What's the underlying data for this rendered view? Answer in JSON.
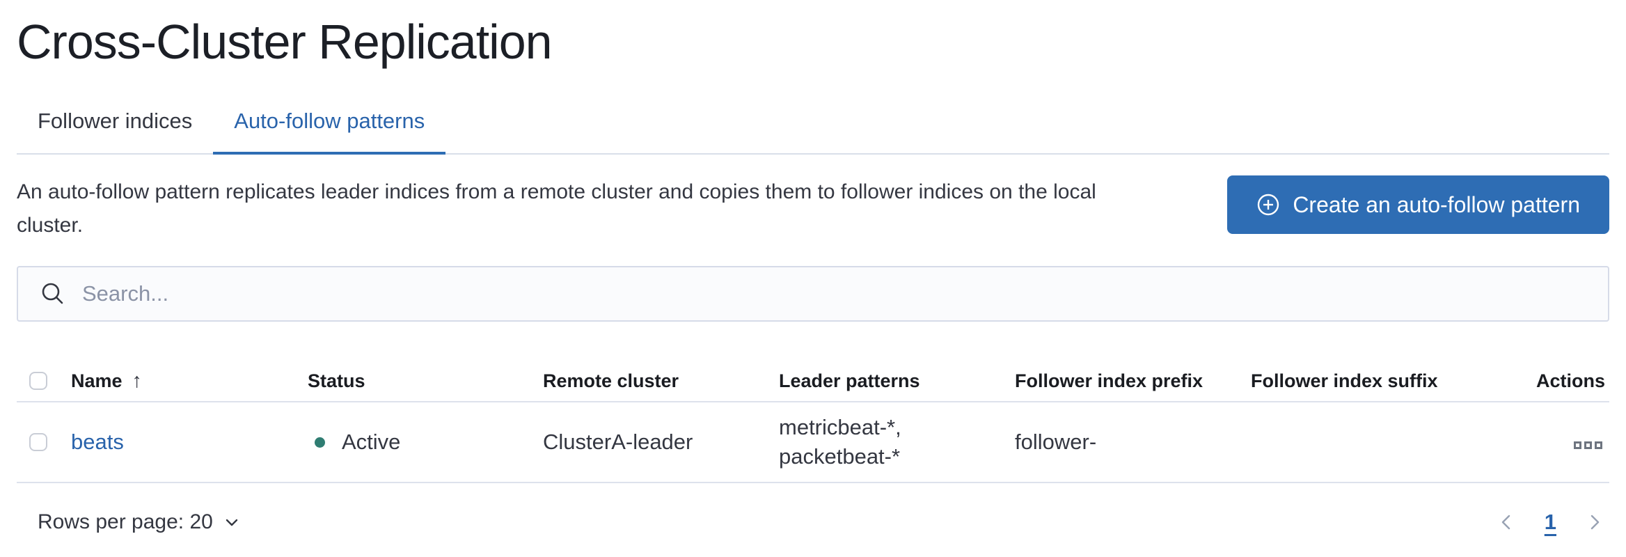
{
  "page": {
    "title": "Cross-Cluster Replication"
  },
  "tabs": {
    "items": [
      {
        "label": "Follower indices"
      },
      {
        "label": "Auto-follow patterns"
      }
    ],
    "active": "Auto-follow patterns"
  },
  "intro": {
    "description": "An auto-follow pattern replicates leader indices from a remote cluster and copies them to follower indices on the local cluster.",
    "create_button_label": "Create an auto-follow pattern"
  },
  "search": {
    "placeholder": "Search...",
    "value": ""
  },
  "table": {
    "headers": {
      "name": "Name",
      "status": "Status",
      "remote_cluster": "Remote cluster",
      "leader_patterns": "Leader patterns",
      "follower_index_prefix": "Follower index prefix",
      "follower_index_suffix": "Follower index suffix",
      "actions": "Actions"
    },
    "sort": {
      "column": "Name",
      "direction": "ascending",
      "glyph": "↑"
    },
    "rows": [
      {
        "name": "beats",
        "status": "Active",
        "remote_cluster": "ClusterA-leader",
        "leader_patterns": "metricbeat-*, packetbeat-*",
        "follower_index_prefix": "follower-",
        "follower_index_suffix": ""
      }
    ]
  },
  "footer": {
    "rows_per_page_label": "Rows per page: 20",
    "current_page": "1"
  },
  "icons": {
    "create_button": "plus-in-circle",
    "search": "magnifying-glass",
    "sort": "arrow-up",
    "rows_per_page": "chevron-down",
    "previous_page": "chevron-left",
    "next_page": "chevron-right",
    "row_actions": "boxes-horizontal"
  },
  "colors": {
    "primary_button": "#2e6db4",
    "link": "#2963ab",
    "active_tab_underline": "#2e6db4",
    "status_active_dot": "#2f7d72",
    "divider": "#dde2ec",
    "disabled_chevron": "#98a2b3"
  }
}
